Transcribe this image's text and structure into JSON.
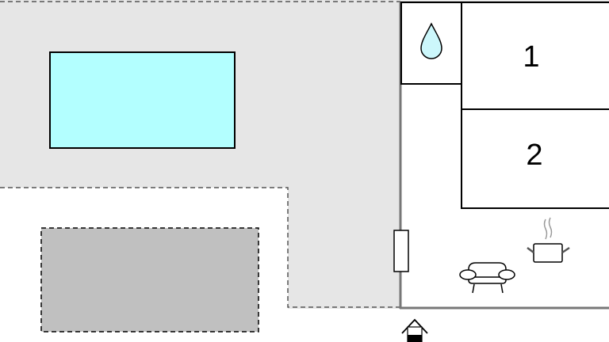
{
  "plan": {
    "rooms": [
      {
        "id": "bedroom-1",
        "label": "1"
      },
      {
        "id": "bedroom-2",
        "label": "2"
      }
    ],
    "areas": [
      "garden",
      "pool",
      "parking",
      "bathroom",
      "living-kitchen"
    ],
    "icons": [
      "water-drop-icon",
      "sofa-icon",
      "cooking-pot-icon",
      "entrance-icon",
      "window-icon"
    ],
    "colors": {
      "garden": "#e6e6e6",
      "pool": "#b3ffff",
      "parking": "#c0c0c0",
      "wall": "#777777",
      "drop": "#ccf7fb"
    }
  }
}
